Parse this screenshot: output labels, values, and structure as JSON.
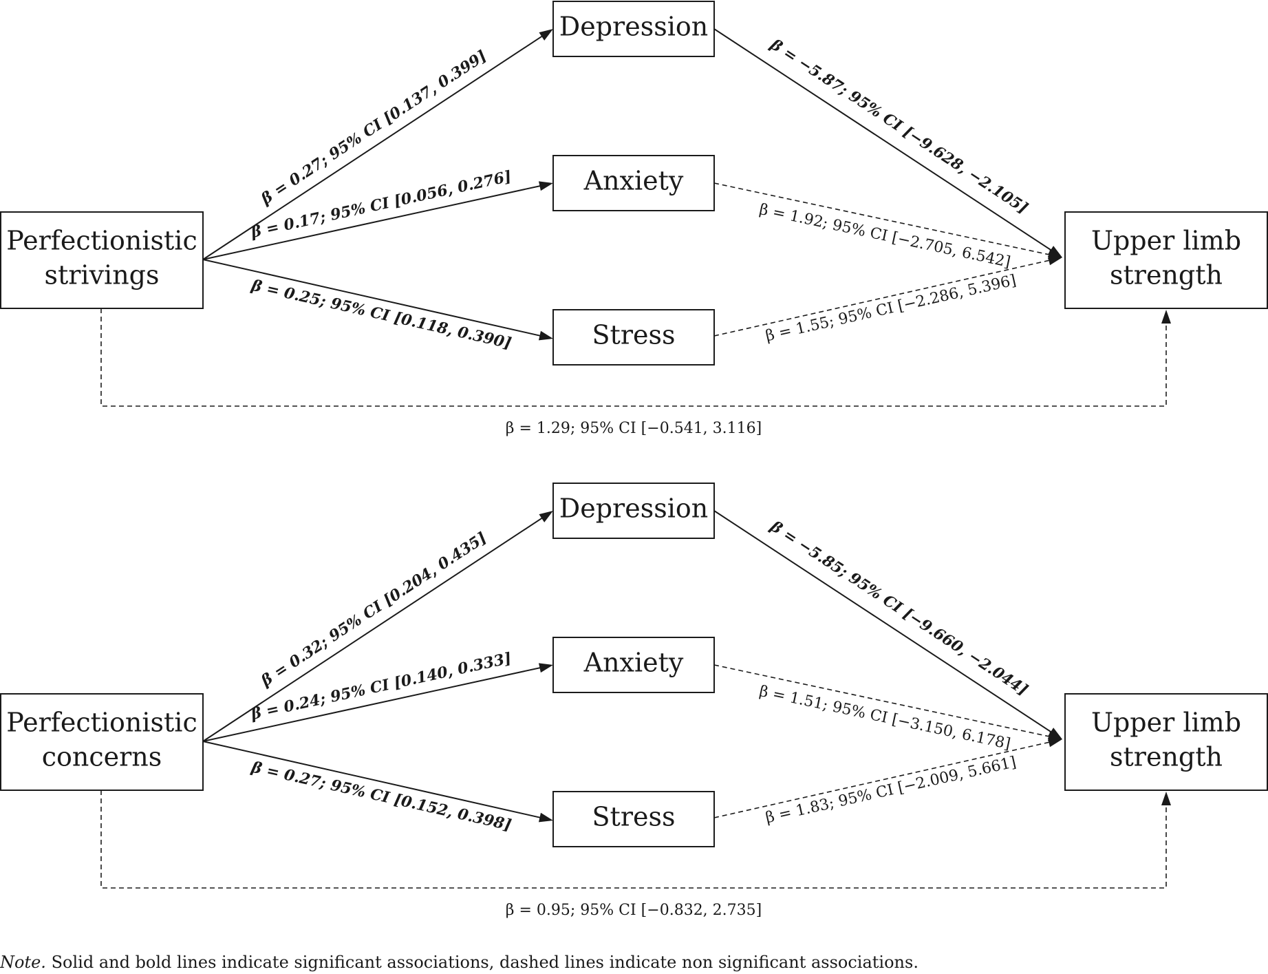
{
  "panels": [
    {
      "predictor": [
        "Perfectionistic",
        "strivings"
      ],
      "mediators": [
        "Depression",
        "Anxiety",
        "Stress"
      ],
      "outcome": [
        "Upper limb",
        "strength"
      ],
      "paths_a": [
        {
          "label": "β = 0.27; 95% CI [0.137, 0.399]",
          "significant": true
        },
        {
          "label": "β = 0.17; 95% CI [0.056, 0.276]",
          "significant": true
        },
        {
          "label": "β = 0.25; 95% CI [0.118, 0.390]",
          "significant": true
        }
      ],
      "paths_b": [
        {
          "label": "β = −5.87; 95% CI [−9.628, −2.105]",
          "significant": true
        },
        {
          "label": "β = 1.92; 95% CI [−2.705, 6.542]",
          "significant": false
        },
        {
          "label": "β = 1.55; 95% CI [−2.286, 5.396]",
          "significant": false
        }
      ],
      "direct": {
        "label": "β = 1.29; 95% CI [−0.541, 3.116]",
        "significant": false
      }
    },
    {
      "predictor": [
        "Perfectionistic",
        "concerns"
      ],
      "mediators": [
        "Depression",
        "Anxiety",
        "Stress"
      ],
      "outcome": [
        "Upper limb",
        "strength"
      ],
      "paths_a": [
        {
          "label": "β = 0.32; 95% CI [0.204, 0.435]",
          "significant": true
        },
        {
          "label": "β = 0.24; 95% CI [0.140, 0.333]",
          "significant": true
        },
        {
          "label": "β = 0.27; 95% CI [0.152, 0.398]",
          "significant": true
        }
      ],
      "paths_b": [
        {
          "label": "β = −5.85; 95% CI [−9.660, −2.044]",
          "significant": true
        },
        {
          "label": "β = 1.51; 95% CI [−3.150, 6.178]",
          "significant": false
        },
        {
          "label": "β = 1.83; 95% CI [−2.009, 5.661]",
          "significant": false
        }
      ],
      "direct": {
        "label": "β = 0.95; 95% CI [−0.832, 2.735]",
        "significant": false
      }
    }
  ],
  "note": {
    "label": "Note.",
    "text": "Solid and bold lines indicate significant associations, dashed lines indicate non significant associations."
  }
}
